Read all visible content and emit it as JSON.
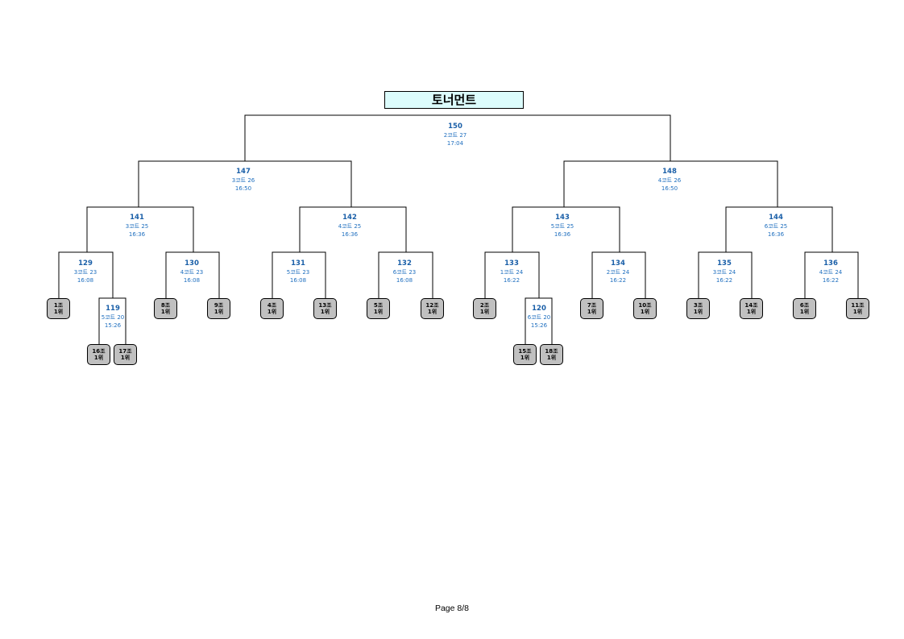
{
  "title": "토너먼트",
  "page_label": "Page 8/8",
  "colors": {
    "title_bg": "#dcfcfc",
    "team_bg": "#c0c0c0",
    "match_text": "#1f6fbf"
  },
  "matches": [
    {
      "id": "150",
      "num": "150",
      "court": "2코트 27",
      "time": "17:04"
    },
    {
      "id": "147",
      "num": "147",
      "court": "3코트 26",
      "time": "16:50"
    },
    {
      "id": "148",
      "num": "148",
      "court": "4코트 26",
      "time": "16:50"
    },
    {
      "id": "141",
      "num": "141",
      "court": "3코트 25",
      "time": "16:36"
    },
    {
      "id": "142",
      "num": "142",
      "court": "4코트 25",
      "time": "16:36"
    },
    {
      "id": "143",
      "num": "143",
      "court": "5코트 25",
      "time": "16:36"
    },
    {
      "id": "144",
      "num": "144",
      "court": "6코트 25",
      "time": "16:36"
    },
    {
      "id": "129",
      "num": "129",
      "court": "3코트 23",
      "time": "16:08"
    },
    {
      "id": "130",
      "num": "130",
      "court": "4코트 23",
      "time": "16:08"
    },
    {
      "id": "131",
      "num": "131",
      "court": "5코트 23",
      "time": "16:08"
    },
    {
      "id": "132",
      "num": "132",
      "court": "6코트 23",
      "time": "16:08"
    },
    {
      "id": "133",
      "num": "133",
      "court": "1코트 24",
      "time": "16:22"
    },
    {
      "id": "134",
      "num": "134",
      "court": "2코트 24",
      "time": "16:22"
    },
    {
      "id": "135",
      "num": "135",
      "court": "3코트 24",
      "time": "16:22"
    },
    {
      "id": "136",
      "num": "136",
      "court": "4코트 24",
      "time": "16:22"
    },
    {
      "id": "119",
      "num": "119",
      "court": "5코트 20",
      "time": "15:26"
    },
    {
      "id": "120",
      "num": "120",
      "court": "6코트 20",
      "time": "15:26"
    }
  ],
  "teams": [
    {
      "group": "1조",
      "rank": "1위"
    },
    {
      "group": "8조",
      "rank": "1위"
    },
    {
      "group": "9조",
      "rank": "1위"
    },
    {
      "group": "4조",
      "rank": "1위"
    },
    {
      "group": "13조",
      "rank": "1위"
    },
    {
      "group": "5조",
      "rank": "1위"
    },
    {
      "group": "12조",
      "rank": "1위"
    },
    {
      "group": "2조",
      "rank": "1위"
    },
    {
      "group": "7조",
      "rank": "1위"
    },
    {
      "group": "10조",
      "rank": "1위"
    },
    {
      "group": "3조",
      "rank": "1위"
    },
    {
      "group": "14조",
      "rank": "1위"
    },
    {
      "group": "6조",
      "rank": "1위"
    },
    {
      "group": "11조",
      "rank": "1위"
    },
    {
      "group": "16조",
      "rank": "1위"
    },
    {
      "group": "17조",
      "rank": "1위"
    },
    {
      "group": "15조",
      "rank": "1위"
    },
    {
      "group": "18조",
      "rank": "1위"
    }
  ]
}
